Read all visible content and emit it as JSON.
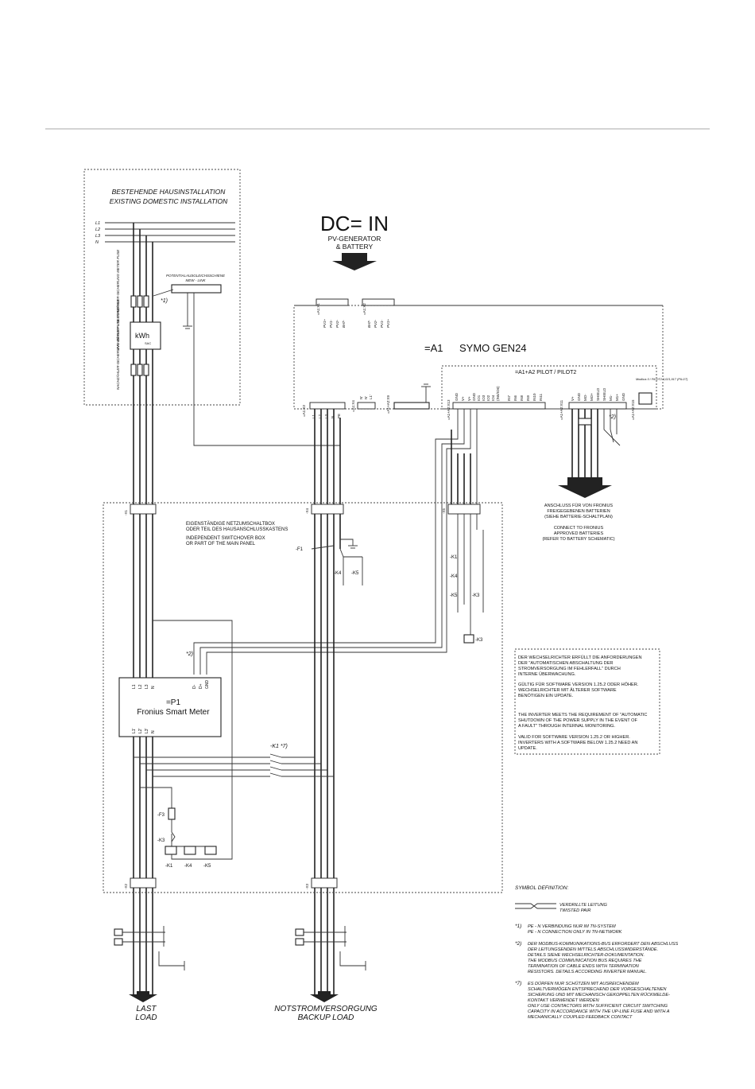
{
  "domestic": {
    "title_de": "BESTEHENDE HAUSINSTALLATION",
    "title_en": "EXISTING DOMESTIC INSTALLATION",
    "phases": [
      "L1",
      "L2",
      "L3",
      "N"
    ],
    "link_de": "POTENTIALAUSGLEICHSSCHIENE",
    "link_en": "MEW - LINK",
    "link_note": "*1)",
    "fuse_label": "VORZÄHLER-SICHERUNG METER FUSE",
    "meter_label": "EVU-ZÄHLER UTILITY-METER",
    "meter_unit": "kWh",
    "meter_sub": "SAC",
    "after_fuse_label": "NACHZÄHLER-SICHERUNG METER FUSE"
  },
  "dc_in": {
    "title": "DC= IN",
    "sub1": "PV-GENERATOR",
    "sub2": "& BATTERY"
  },
  "inverter": {
    "id": "=A1",
    "name": "SYMO GEN24",
    "pilot": "=A1+A2  PILOT  /  PILOT2",
    "modbus": "Modbus 0 / PILOT2 4,021,917 (PILOT)",
    "x1": "=A1:X1",
    "x2": "=A1:X2",
    "x3": "=A1:X3",
    "x4": "=A1:X4",
    "x5": "=A1:X5",
    "x9": "=A1+A2:X9",
    "x13": "=A1+A2:X13",
    "x11": "=A1+A2:X11",
    "x15": "=A1+A2:X15",
    "pv_terms": [
      "PV1+",
      "PV1-",
      "PV2-",
      "BAT-"
    ],
    "bat_terms": [
      "BAT-",
      "PV2-",
      "PV1-",
      "PV1+"
    ],
    "ac_terms": [
      "L1",
      "L2",
      "L3",
      "N",
      "PE"
    ],
    "x4_terms": [
      "N'",
      "N'",
      "L1'"
    ],
    "io_terms": [
      "V+",
      "GND",
      "IO1",
      "IO3",
      "IO2",
      "IO4",
      "(IN5/IO6)",
      "IN7",
      "IN6",
      "IN8",
      "IN9",
      "IN10",
      "IN11"
    ],
    "io_prefix": [
      "GND",
      "V+"
    ],
    "mb_terms": [
      "V+",
      "GND",
      "MO-",
      "MO+",
      "SHIELD",
      "SHIELD",
      "M1-",
      "M1+",
      "GND"
    ],
    "note": "*2)"
  },
  "battery": {
    "de1": "ANSCHLUSS FÜR VON FRONIUS",
    "de2": "FREIGEGEBENEN BATTERIEN",
    "de3": "(SIEHE BATTERIE-SCHALTPLAN)",
    "en1": "CONNECT TO FRONIUS",
    "en2": "APPROVED BATTERIES",
    "en3": "(REFER TO BATTERY SCHEMATIC)"
  },
  "switchbox": {
    "de1": "EIGENSTÄNDIGE NETZUMSCHALTBOX",
    "de2": "ODER TEIL DES HAUSANSCHLUSSKASTENS",
    "en1": "INDEPENDENT SWITCHOVER BOX",
    "en2": "OR PART OF THE MAIN PANEL",
    "x1": "-X1",
    "x4": "-X4",
    "x5": "-X5",
    "x2": "-X2",
    "x3": "-X3",
    "f1": "-F1",
    "k4": "-K4",
    "k5": "-K5",
    "k1": "-K1",
    "k3": "-K3",
    "f3": "-F3",
    "k1_note": "-K1 *7)",
    "meter_note": "*2)",
    "coils": [
      "-K1",
      "-K4",
      "-K5"
    ]
  },
  "smart_meter": {
    "id": "=P1",
    "name": "Fronius Smart Meter",
    "top_terms": [
      "L1",
      "L2",
      "L3",
      "N"
    ],
    "bot_terms": [
      "L1'",
      "L2'",
      "L3'",
      "N"
    ],
    "bus_terms": [
      "D-",
      "D+",
      "GND"
    ]
  },
  "info": {
    "de1": "DER WECHSELRICHTER ERFÜLLT DIE ANFORDERUNGEN",
    "de2": "DER \"AUTOMATISCHEN ABSCHALTUNG DER",
    "de3": "STROMVERSORGUNG IM FEHLERFALL\" DURCH",
    "de4": "INTERNE ÜBERWACHUNG.",
    "de5": "GÜLTIG FÜR SOFTWARE VERSION 1.25.2 ODER HÖHER.",
    "de6": "WECHSELRICHTER MIT ÄLTERER SOFTWARE",
    "de7": "BENÖTIGEN EIN UPDATE.",
    "en1": "THE INVERTER MEETS THE REQUIREMENT OF \"AUTOMATIC",
    "en2": "SHUTDOWN OF THE POWER SUPPLY IN THE EVENT OF",
    "en3": "A FAULT\" THROUGH INTERNAL MONITORING.",
    "en4": "VALID FOR SOFTWARE VERSION 1.25.2 OR HIGHER.",
    "en5": "INVERTERS WITH A SOFTWARE BELOW 1.25.2 NEED AN",
    "en6": "UPDATE."
  },
  "legend": {
    "title": "SYMBOL DEFINITION:",
    "twisted_de": "VERDRILLTE LEITUNG",
    "twisted_en": "TWISTED PAIR",
    "n1_key": "*1)",
    "n1_de": "PE - N VERBINDUNG NUR IM TN-SYSTEM",
    "n1_en": "PE - N CONNECTION ONLY IN TN-NETWORK",
    "n2_key": "*2)",
    "n2_l1": "DER MODBUS-KOMMUNIKATIONS-BUS ERFORDERT DEN ABSCHLUSS",
    "n2_l2": "DER LEITUNGSENDEN MITTELS ABSCHLUSSWIDERSTÄNDE.",
    "n2_l3": "DETAILS SIEHE WECHSELRICHTER-DOKUMENTATION.",
    "n2_l4": "THE MODBUS COMMUNICATION BUS REQUIRES THE",
    "n2_l5": "TERMINATION OF CABLE ENDS WITH TERMINATION",
    "n2_l6": "RESISTORS. DETAILS ACCORDING INVERTER MANUAL.",
    "n7_key": "*7)",
    "n7_l1": "ES DÜRFEN NUR SCHÜTZEN MIT AUSREICHENDEM",
    "n7_l2": "SCHALTVERMÖGEN ENTSPRECHEND DER VORGESCHALTENEN",
    "n7_l3": "SICHERUNG UND MIT MECHANISCH GEKOPPELTEN RÜCKMELDE-",
    "n7_l4": "KONTAKT VERWENDET WERDEN",
    "n7_l5": "ONLY USE CONTACTORS WITH SUFFICIENT CIRCUIT SWITCHING",
    "n7_l6": "CAPACITY IN ACCORDANCE WITH THE UP-LINE FUSE AND WITH A",
    "n7_l7": "MECHANICALLY COUPLED FEEDBACK CONTACT"
  },
  "loads": {
    "last1": "LAST",
    "last2": "LOAD",
    "backup1": "NOTSTROMVERSORGUNG",
    "backup2": "BACKUP LOAD"
  }
}
